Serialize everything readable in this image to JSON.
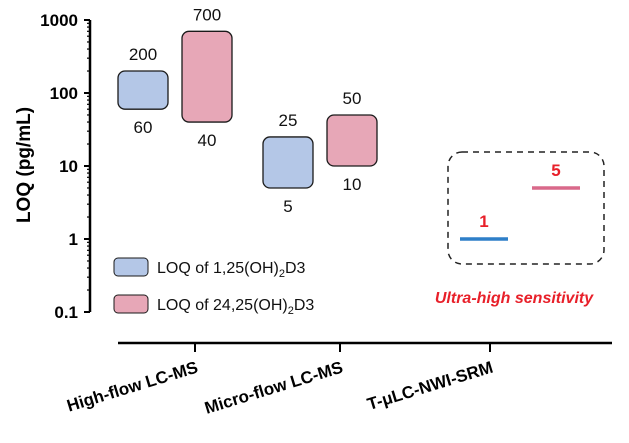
{
  "chart_data": {
    "type": "floating-bar",
    "scale": "log",
    "ylabel": "LOQ (pg/mL)",
    "ylim": [
      0.1,
      1000
    ],
    "ytick_values": [
      0.1,
      1,
      10,
      100,
      1000
    ],
    "ytick_labels": [
      "0.1",
      "1",
      "10",
      "100",
      "1000"
    ],
    "categories": [
      "High-flow LC-MS",
      "Micro-flow LC-MS",
      "T-μLC-NWI-SRM"
    ],
    "series": [
      {
        "name": "LOQ of 1,25(OH)₂D3",
        "legend_main": "LOQ of 1,25(OH)",
        "legend_sub": "2",
        "legend_end": "D3",
        "color": "#b4c7e7",
        "stroke": "#1a1a1a",
        "ranges": [
          {
            "category": "High-flow LC-MS",
            "low": 60,
            "high": 200,
            "low_label": "60",
            "high_label": "200"
          },
          {
            "category": "Micro-flow LC-MS",
            "low": 5,
            "high": 25,
            "low_label": "5",
            "high_label": "25"
          }
        ],
        "line_value": {
          "category": "T-μLC-NWI-SRM",
          "value": 1,
          "label": "1",
          "color": "#2e7fc8"
        }
      },
      {
        "name": "LOQ of 24,25(OH)₂D3",
        "legend_main": "LOQ of 24,25(OH)",
        "legend_sub": "2",
        "legend_end": "D3",
        "color": "#e7a7b7",
        "stroke": "#1a1a1a",
        "ranges": [
          {
            "category": "High-flow LC-MS",
            "low": 40,
            "high": 700,
            "low_label": "40",
            "high_label": "700"
          },
          {
            "category": "Micro-flow LC-MS",
            "low": 10,
            "high": 50,
            "low_label": "10",
            "high_label": "50"
          }
        ],
        "line_value": {
          "category": "T-μLC-NWI-SRM",
          "value": 5,
          "label": "5",
          "color": "#d9698a"
        }
      }
    ],
    "annotation": "Ultra-high sensitivity",
    "annotation_color": "#e8202a",
    "legend_position": "lower-left"
  }
}
